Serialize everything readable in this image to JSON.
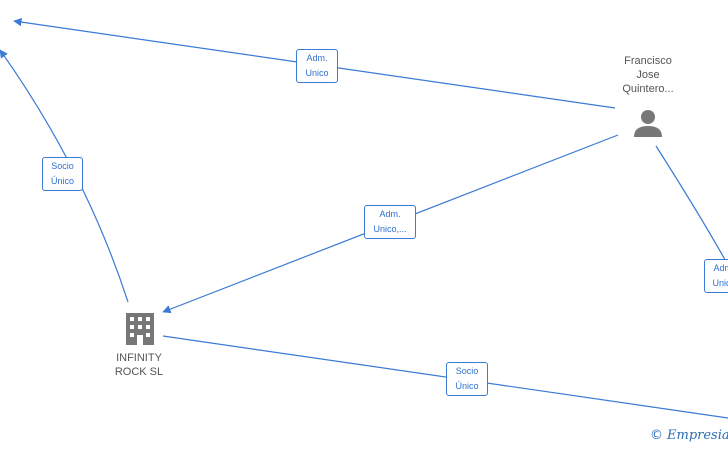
{
  "nodes": {
    "person_label": "Francisco\nJose\nQuintero...",
    "company_label": "INFINITY\nROCK  SL"
  },
  "edges": {
    "top_edge": "Adm.\nUnico",
    "left_edge": "Socio\nÚnico",
    "middle_edge": "Adm.\nUnico,...",
    "right_edge": "Adm.\nUnico",
    "bottom_edge": "Socio\nÚnico"
  },
  "footer": {
    "copyright_symbol": "©",
    "brand_name": "Empresia"
  },
  "colors": {
    "edge": "#3a7bd5",
    "node_icon": "#777777"
  }
}
